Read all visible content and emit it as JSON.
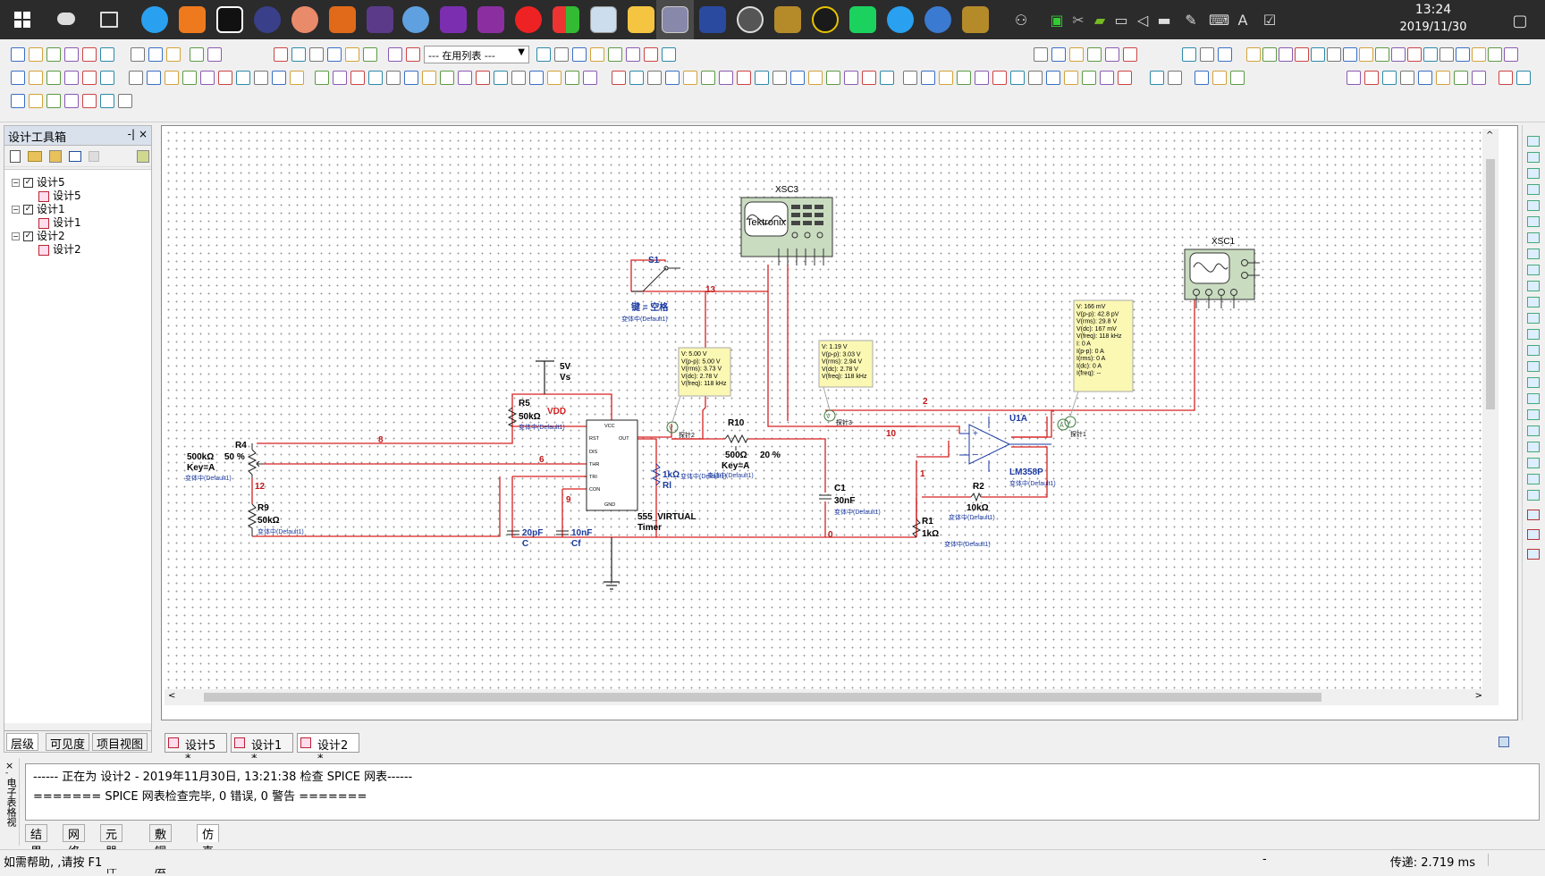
{
  "taskbar": {
    "time": "13:24",
    "date": "2019/11/30",
    "ime_label": "A"
  },
  "toolbar": {
    "list_combo": "--- 在用列表 ---"
  },
  "sidebar": {
    "title": "设计工具箱",
    "pin": "-|",
    "close": "×",
    "tree": [
      {
        "label": "设计5",
        "child": "设计5"
      },
      {
        "label": "设计1",
        "child": "设计1"
      },
      {
        "label": "设计2",
        "child": "设计2"
      }
    ],
    "tabs": [
      "层级",
      "可见度",
      "项目视图"
    ]
  },
  "schematic": {
    "xsc3": "XSC3",
    "xsc3_brand": "Tektronix",
    "xsc1": "XSC1",
    "s1": "S1",
    "s1_key": "键 = 空格",
    "variant": "变体中(Default1)",
    "net13": "13",
    "net8": "8",
    "net6": "6",
    "net12": "12",
    "net9": "9",
    "net10": "10",
    "net2": "2",
    "net1": "1",
    "net0": "0",
    "vs_v": "5V",
    "vs_name": "Vs",
    "vdd": "VDD",
    "r5_name": "R5",
    "r5_val": "50kΩ",
    "r4_name": "R4",
    "r4_val": "500kΩ",
    "r4_pct": "50 %",
    "r4_key": "Key=A",
    "r9_name": "R9",
    "r9_val": "50kΩ",
    "r10_name": "R10",
    "r10_val": "500Ω",
    "r10_pct": "20 %",
    "r10_key": "Key=A",
    "rl_val": "1kΩ",
    "rl_name": "Rl",
    "c_val": "20pF",
    "c_name": "C",
    "cf_val": "10nF",
    "cf_name": "Cf",
    "timer_name": "555_VIRTUAL",
    "timer_sub": "Timer",
    "timer_pins": {
      "vcc": "VCC",
      "rst": "RST",
      "out": "OUT",
      "dis": "DIS",
      "thr": "THR",
      "tri": "TRI",
      "con": "CON",
      "gnd": "GND"
    },
    "c1_name": "C1",
    "c1_val": "30nF",
    "r1_name": "R1",
    "r1_val": "1kΩ",
    "r2_name": "R2",
    "r2_val": "10kΩ",
    "u1a": "U1A",
    "lm358p": "LM358P",
    "probe1_tag": "探针2",
    "probe2_tag": "探针3",
    "probe3_tag": "探针1",
    "probe_v": "V",
    "probe_a": "A",
    "probe1": [
      "V: 5.00 V",
      "V(p-p): 5.00 V",
      "V(rms): 3.73 V",
      "V(dc): 2.78 V",
      "V(freq): 118 kHz"
    ],
    "probe2": [
      "V: 1.19 V",
      "V(p-p): 3.03 V",
      "V(rms): 2.94 V",
      "V(dc): 2.78 V",
      "V(freq): 118 kHz"
    ],
    "probe3": [
      "V: 166 mV",
      "V(p-p): 42.8 pV",
      "V(rms): 29.8 V",
      "V(dc): 167 mV",
      "V(freq): 118 kHz",
      "I: 0 A",
      "I(p-p): 0 A",
      "I(rms): 0 A",
      "I(dc): 0 A",
      "I(freq): --"
    ]
  },
  "doc_tabs": [
    "设计5 *",
    "设计1 *",
    "设计2 *"
  ],
  "log": {
    "line1": "------ 正在为 设计2 - 2019年11月30日, 13:21:38 检查 SPICE 网表------",
    "line2": "======= SPICE 网表检查完毕, 0 错误, 0 警告 ======="
  },
  "bottom": {
    "side_label": "电子表格视",
    "tabs": [
      "结果",
      "网络",
      "元器件",
      "敷铜层",
      "仿真"
    ]
  },
  "status": {
    "help": "如需帮助, ,请按 F1",
    "dash": "-",
    "transfer": "传递: 2.719 ms"
  }
}
